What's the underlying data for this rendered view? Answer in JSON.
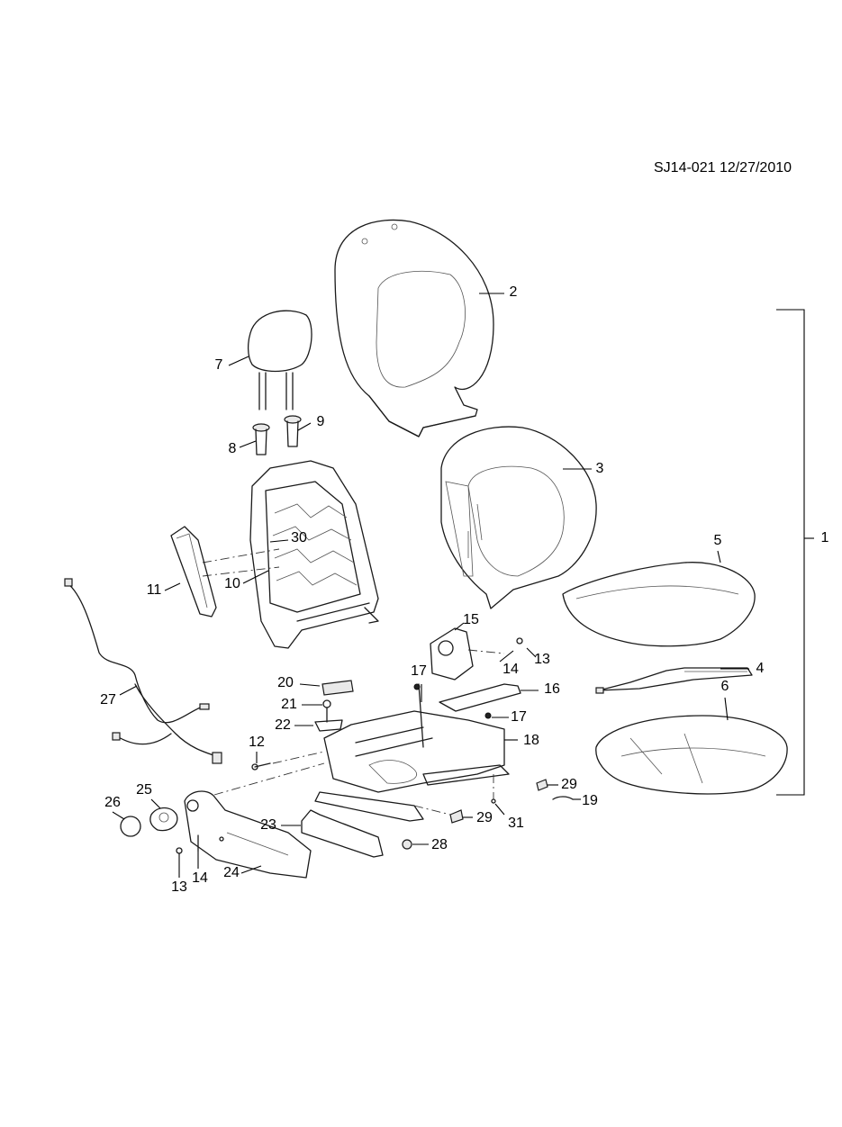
{
  "reference": "SJ14-021 12/27/2010",
  "callouts": [
    {
      "id": "c1",
      "text": "1"
    },
    {
      "id": "c2",
      "text": "2"
    },
    {
      "id": "c3",
      "text": "3"
    },
    {
      "id": "c4",
      "text": "4"
    },
    {
      "id": "c5",
      "text": "5"
    },
    {
      "id": "c6",
      "text": "6"
    },
    {
      "id": "c7",
      "text": "7"
    },
    {
      "id": "c8",
      "text": "8"
    },
    {
      "id": "c9",
      "text": "9"
    },
    {
      "id": "c10",
      "text": "10"
    },
    {
      "id": "c11",
      "text": "11"
    },
    {
      "id": "c12",
      "text": "12"
    },
    {
      "id": "c13a",
      "text": "13"
    },
    {
      "id": "c13b",
      "text": "13"
    },
    {
      "id": "c14a",
      "text": "14"
    },
    {
      "id": "c14b",
      "text": "14"
    },
    {
      "id": "c15",
      "text": "15"
    },
    {
      "id": "c16",
      "text": "16"
    },
    {
      "id": "c17a",
      "text": "17"
    },
    {
      "id": "c17b",
      "text": "17"
    },
    {
      "id": "c18",
      "text": "18"
    },
    {
      "id": "c19",
      "text": "19"
    },
    {
      "id": "c20",
      "text": "20"
    },
    {
      "id": "c21",
      "text": "21"
    },
    {
      "id": "c22",
      "text": "22"
    },
    {
      "id": "c23",
      "text": "23"
    },
    {
      "id": "c24",
      "text": "24"
    },
    {
      "id": "c25",
      "text": "25"
    },
    {
      "id": "c26",
      "text": "26"
    },
    {
      "id": "c27",
      "text": "27"
    },
    {
      "id": "c28",
      "text": "28"
    },
    {
      "id": "c29a",
      "text": "29"
    },
    {
      "id": "c29b",
      "text": "29"
    },
    {
      "id": "c30",
      "text": "30"
    },
    {
      "id": "c31",
      "text": "31"
    }
  ]
}
